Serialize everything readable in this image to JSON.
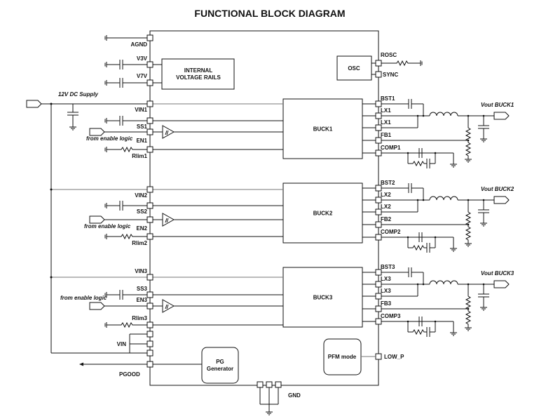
{
  "title": "FUNCTIONAL BLOCK DIAGRAM",
  "blocks": {
    "internal_rails": [
      "INTERNAL",
      "VOLTAGE RAILS"
    ],
    "osc": "OSC",
    "buck1": "BUCK1",
    "buck2": "BUCK2",
    "buck3": "BUCK3",
    "pg_generator": [
      "PG",
      "Generator"
    ],
    "pfm_mode": "PFM mode"
  },
  "left_pins": {
    "agnd": "AGND",
    "v3v": "V3V",
    "v7v": "V7V",
    "vin1": "VIN1",
    "ss1": "SS1",
    "en1": "EN1",
    "rlim1": "Rlim1",
    "vin2": "VIN2",
    "ss2": "SS2",
    "en2": "EN2",
    "rlim2": "Rlim2",
    "vin3": "VIN3",
    "ss3": "SS3",
    "en3": "EN3",
    "rlim3": "Rlim3",
    "vin": "VIN",
    "pgood": "PGOOD"
  },
  "right_pins": {
    "rosc": "ROSC",
    "sync": "SYNC",
    "ch1": [
      "BST1",
      "LX1",
      "LX1",
      "FB1",
      "COMP1"
    ],
    "ch2": [
      "BST2",
      "LX2",
      "LX2",
      "FB2",
      "COMP2"
    ],
    "ch3": [
      "BST3",
      "LX3",
      "LX3",
      "FB3",
      "COMP3"
    ],
    "low_p": "LOW_P"
  },
  "bottom_pins": {
    "gnd": "GND"
  },
  "annotations": {
    "supply": "12V DC Supply",
    "enable1": "from enable logic",
    "enable2": "from enable logic",
    "enable3": "from enable logic",
    "vout1": "Vout BUCK1",
    "vout2": "Vout BUCK2",
    "vout3": "Vout BUCK3"
  }
}
